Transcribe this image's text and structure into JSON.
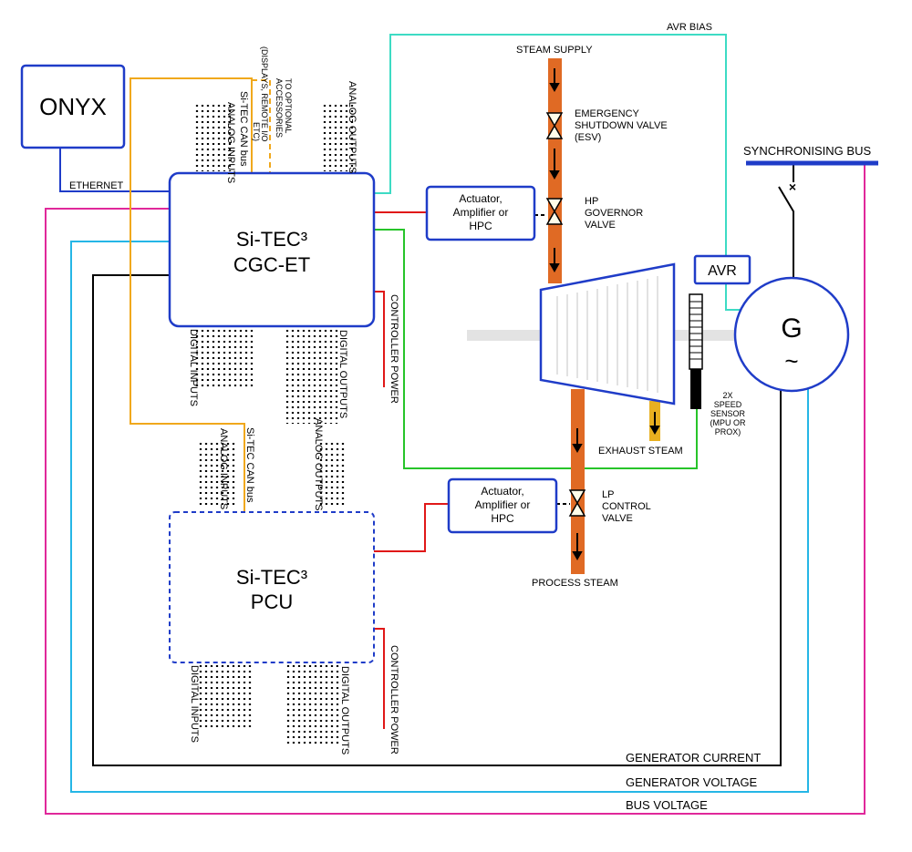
{
  "colors": {
    "box": "#1f3cc8",
    "steam": "#e06a24",
    "avr_bias": "#3ddbc4",
    "bus_voltage": "#e0289a",
    "gen_voltage": "#25b6e6",
    "gen_current": "#000000",
    "can_bus": "#f0a81c",
    "control_red": "#e01818",
    "green": "#27c42a",
    "shaft": "#e3e3e3",
    "exhaust": "#e8b020"
  },
  "boxes": {
    "onyx": "ONYX",
    "cgc_line1": "Si-TEC³",
    "cgc_line2": "CGC-ET",
    "pcu_line1": "Si-TEC³",
    "pcu_line2": "PCU",
    "actuator1": [
      "Actuator,",
      "Amplifier or",
      "HPC"
    ],
    "actuator2": [
      "Actuator,",
      "Amplifier or",
      "HPC"
    ],
    "avr": "AVR",
    "generator": "G",
    "generator_symbol": "~"
  },
  "labels": {
    "ethernet": "ETHERNET",
    "avr_bias": "AVR BIAS",
    "steam_supply": "STEAM SUPPLY",
    "esv": [
      "EMERGENCY",
      "SHUTDOWN VALVE",
      "(ESV)"
    ],
    "hp_valve": [
      "HP",
      "GOVERNOR",
      "VALVE"
    ],
    "lp_valve": [
      "LP",
      "CONTROL",
      "VALVE"
    ],
    "sync_bus": "SYNCHRONISING BUS",
    "speed_sensor": [
      "2X",
      "SPEED",
      "SENSOR",
      "(MPU OR",
      "PROX)"
    ],
    "exhaust_steam": "EXHAUST STEAM",
    "process_steam": "PROCESS STEAM",
    "generator_current": "GENERATOR CURRENT",
    "generator_voltage": "GENERATOR VOLTAGE",
    "bus_voltage": "BUS VOLTAGE",
    "controller_power_1": "CONTROLLER POWER",
    "controller_power_2": "CONTROLLER POWER",
    "cgc_analog_inputs": "ANALOG INPUTS",
    "cgc_can_bus": "Si-TEC CAN bus",
    "cgc_accessories": [
      "TO OPTIONAL",
      "ACCESSORIES",
      "(DISPLAYS, REMOTE I/O",
      "ETC)"
    ],
    "cgc_analog_outputs": "ANALOG OUTPUTS",
    "cgc_digital_inputs": "DIGITAL INPUTS",
    "cgc_digital_outputs": "DIGITAL OUTPUTS",
    "pcu_analog_inputs": "ANALOG INPUTS",
    "pcu_can_bus": "Si-TEC CAN bus",
    "pcu_analog_outputs": "ANALOG OUTPUTS",
    "pcu_digital_inputs": "DIGITAL INPUTS",
    "pcu_digital_outputs": "DIGITAL OUTPUTS"
  }
}
